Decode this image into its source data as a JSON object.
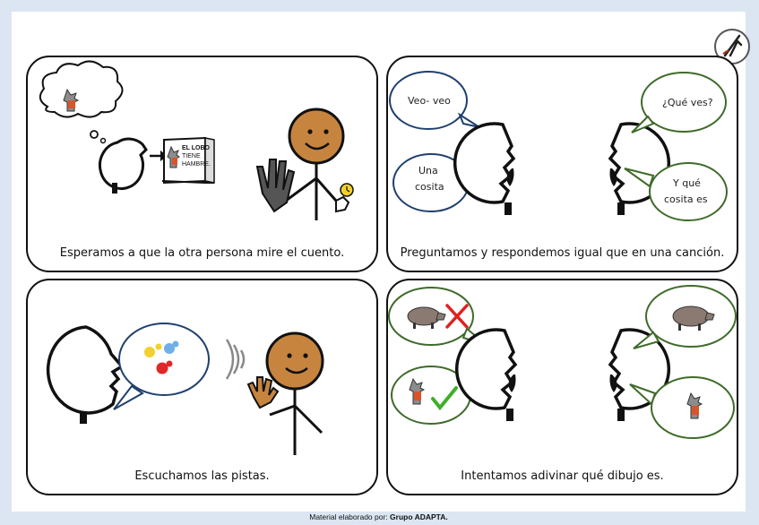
{
  "panels": [
    {
      "caption": "Esperamos a que la otra persona mire el cuento.",
      "book_text": [
        "EL LOBO",
        "TIENE",
        "HAMBRE."
      ]
    },
    {
      "caption": "Preguntamos y respondemos igual que en una canción.",
      "bubbles": {
        "veo": "Veo- veo",
        "una_1": "Una",
        "una_2": "cosita",
        "que_ves": "¿Qué ves?",
        "y_que_1": "Y qué",
        "y_que_2": "cosita es"
      }
    },
    {
      "caption": "Escuchamos las pistas."
    },
    {
      "caption": "Intentamos adivinar qué dibujo es."
    }
  ],
  "footer": {
    "prefix": "Material elaborado por: ",
    "author": "Grupo ADAPTA."
  },
  "colors": {
    "background": "#dbe6f2",
    "bubble_blue": "#1f3f6e",
    "bubble_green": "#3f6b2a",
    "skin": "#c7843f",
    "wrong": "#e02020",
    "right": "#3fae2a"
  }
}
